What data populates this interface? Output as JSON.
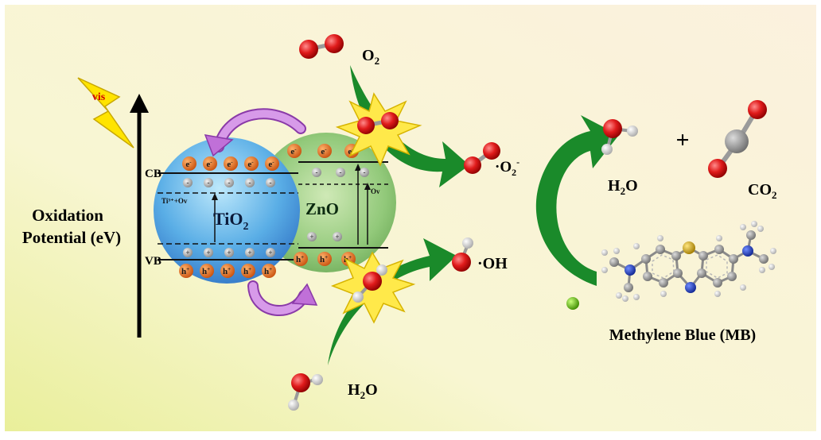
{
  "labels": {
    "vis": "vis",
    "axis_line1": "Oxidation",
    "axis_line2": "Potential (eV)",
    "cb": "CB",
    "vb": "VB",
    "defect": "Ti³⁺+Ov",
    "ov": "Ov",
    "tio2_main": "TiO",
    "tio2_sub": "2",
    "zno": "ZnO",
    "o2_main": "O",
    "o2_sub": "2",
    "superoxide_main": "·O",
    "superoxide_sub": "2",
    "superoxide_sup": "-",
    "hydroxyl": "·OH",
    "h2o_bottom_a": "H",
    "h2o_bottom_sub": "2",
    "h2o_bottom_b": "O",
    "h2o_right_a": "H",
    "h2o_right_sub": "2",
    "h2o_right_b": "O",
    "plus": "+",
    "co2_main": "CO",
    "co2_sub": "2",
    "mb": "Methylene Blue (MB)"
  },
  "carriers": {
    "electron": "e",
    "electron_sign": "-",
    "hole": "h",
    "hole_sign": "+",
    "tio2_electron_count": 5,
    "tio2_hole_count": 5,
    "zno_electron_count": 3,
    "zno_hole_count": 3
  },
  "colors": {
    "carrier": "#e8792a",
    "arrow_green": "#1a8a2a",
    "transfer_arrow": "#c070d8",
    "oxygen_atom": "#d41414",
    "hydrogen_atom": "#e8e8e8",
    "carbon_atom": "#9a9a9a",
    "nitrogen_atom": "#1f3fbf",
    "sulfur_atom": "#c9a21a",
    "chloride": "#66cc11"
  }
}
